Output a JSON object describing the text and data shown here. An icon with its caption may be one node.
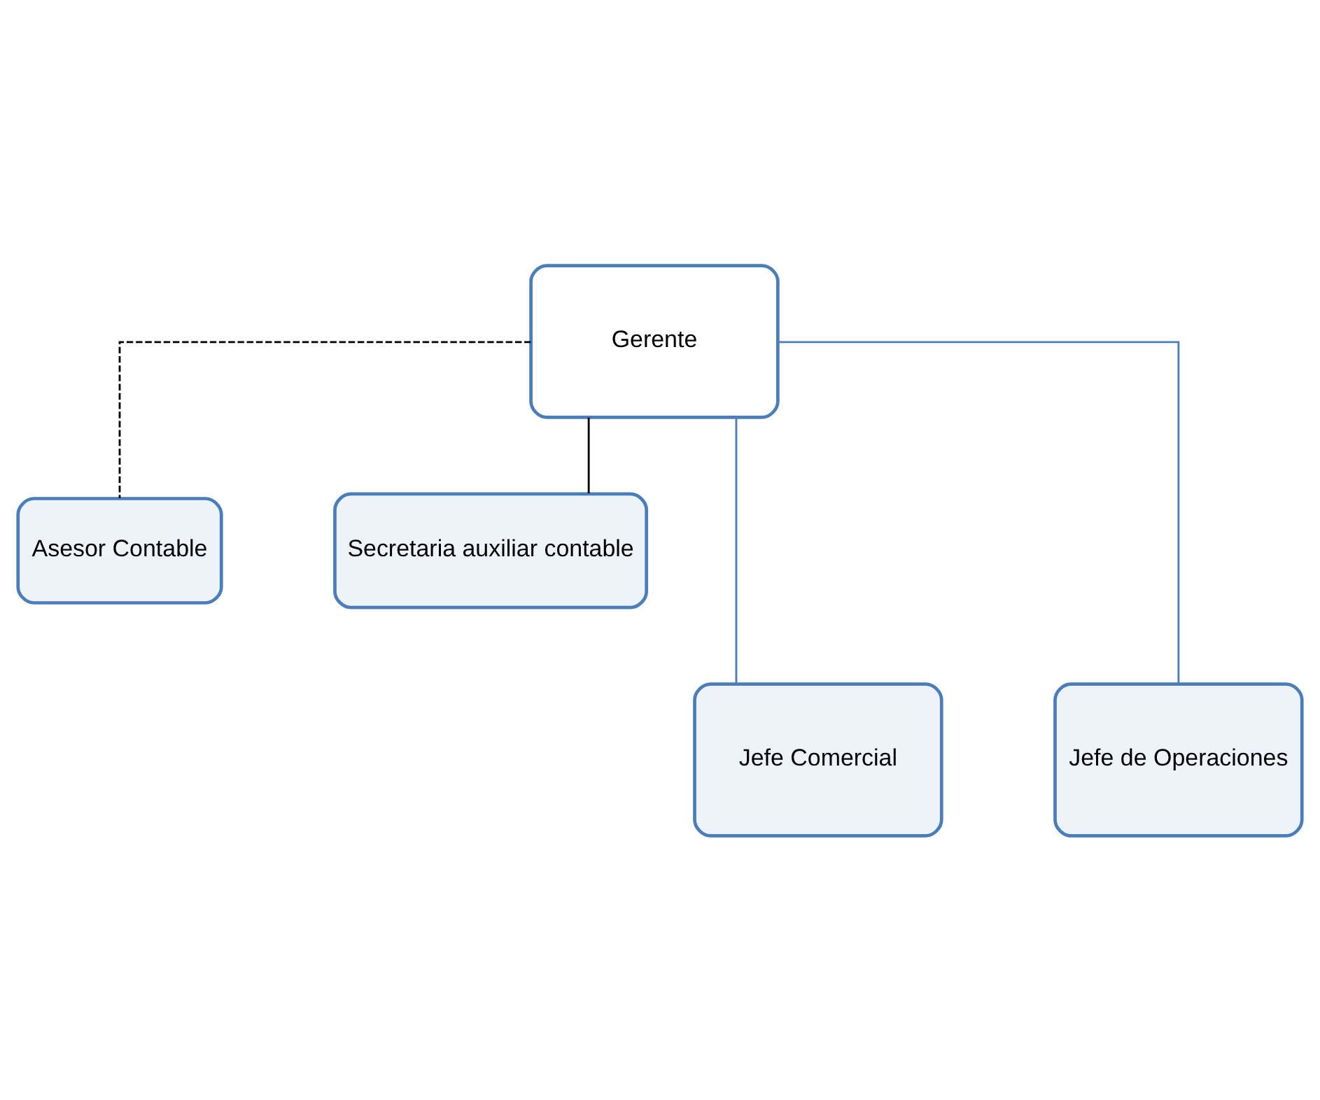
{
  "diagram": {
    "nodes": [
      {
        "text": [
          "Gerente"
        ]
      },
      {
        "text": [
          "Asesor Contable"
        ]
      },
      {
        "text": [
          "Secretaria auxiliar contable"
        ]
      },
      {
        "text": [
          "Jefe Comercial"
        ]
      },
      {
        "text": [
          "Jefe de Operaciones"
        ]
      }
    ],
    "edges": [
      {
        "from": 0,
        "to": 1,
        "arrow": "none",
        "style": "dashed"
      },
      {
        "from": 0,
        "to": 2,
        "arrow": "none"
      },
      {
        "from": 0,
        "to": 3,
        "arrow": "none",
        "color": "#4a7ebb"
      },
      {
        "from": 0,
        "to": 4,
        "arrow": "none",
        "color": "#4a7ebb"
      }
    ]
  }
}
